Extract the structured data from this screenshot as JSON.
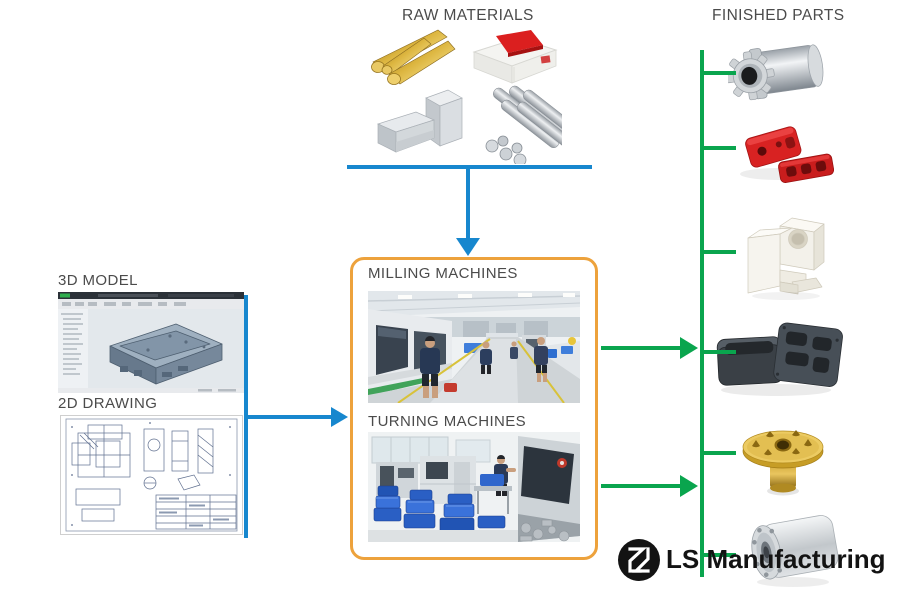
{
  "labels": {
    "raw_materials": "RAW MATERIALS",
    "finished_parts": "FINISHED PARTS",
    "model_3d": "3D MODEL",
    "drawing_2d": "2D DRAWING",
    "milling": "MILLING MACHINES",
    "turning": "TURNING MACHINES"
  },
  "logo": {
    "text": "LS Manufacturing"
  },
  "colors": {
    "flow_blue": "#1787CE",
    "flow_green": "#0AA54E",
    "box_orange": "#EDA23C",
    "label_gray": "#4B4B4B",
    "logo_black": "#131313"
  },
  "images": {
    "raw_materials": [
      "brass-rods",
      "boxed-red-sheet",
      "aluminum-blocks",
      "steel-round-bars"
    ],
    "design": [
      "3d-cad-model-screenshot",
      "2d-engineering-drawing"
    ],
    "machines": [
      "milling-factory-photo",
      "turning-factory-photo"
    ],
    "finished_parts": [
      "aluminum-gear-shaft",
      "red-anodized-bracket",
      "white-plastic-block",
      "gray-enclosure-halves",
      "brass-flange-nut",
      "silver-cylinder-housing"
    ]
  }
}
